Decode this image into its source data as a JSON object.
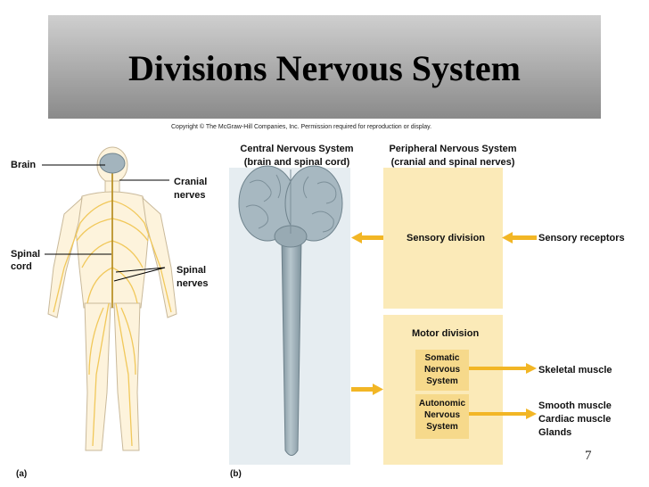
{
  "slide": {
    "title": "Divisions Nervous System",
    "copyright": "Copyright © The McGraw-Hill Companies, Inc. Permission required for reproduction or display.",
    "page_number": "7"
  },
  "panel_a": {
    "label": "(a)",
    "brain": "Brain",
    "cranial_nerves": [
      "Cranial",
      "nerves"
    ],
    "spinal_cord": [
      "Spinal",
      "cord"
    ],
    "spinal_nerves": [
      "Spinal",
      "nerves"
    ]
  },
  "panel_b": {
    "label": "(b)",
    "cns_title": [
      "Central Nervous System",
      "(brain and spinal cord)"
    ],
    "pns_title": [
      "Peripheral Nervous System",
      "(cranial and spinal nerves)"
    ],
    "sensory_division": "Sensory division",
    "sensory_receptors": "Sensory receptors",
    "motor_division": "Motor division",
    "somatic": [
      "Somatic",
      "Nervous",
      "System"
    ],
    "autonomic": [
      "Autonomic",
      "Nervous",
      "System"
    ],
    "skeletal_muscle": "Skeletal muscle",
    "effectors": [
      "Smooth muscle",
      "Cardiac muscle",
      "Glands"
    ]
  },
  "colors": {
    "arrow": "#f2b625",
    "pns_panel": "#fbeab8",
    "cns_panel": "#e6edf1",
    "brain": "#9fb1bb",
    "body": "#fdf3dc",
    "nerve": "#f1c85a"
  }
}
